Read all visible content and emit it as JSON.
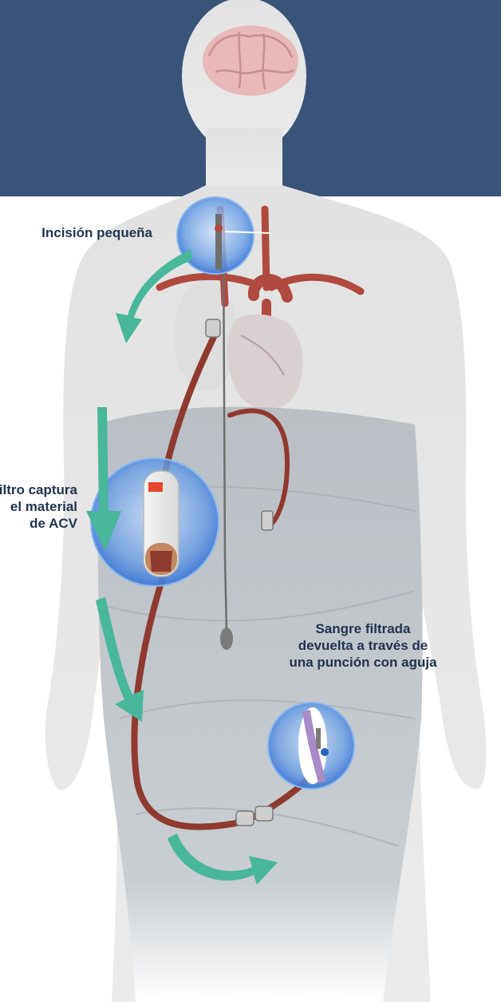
{
  "labels": {
    "incision": "Incisión pequeña",
    "capture": [
      "Filtro captura",
      "el material",
      "de ACV"
    ],
    "returned": [
      "Sangre filtrada",
      "devuelta a través de",
      "una punción con aguja"
    ]
  },
  "colors": {
    "header_band": "#3a5478",
    "callout_text": "#22344e",
    "flow_arrow": "#48b79a",
    "artery": "#b04a40",
    "tubing": "#8e3a30",
    "magnifier": "#3f7fd9",
    "body_silhouette": "#e4e4e4",
    "drape": "#c8cdd1"
  },
  "icons": [
    "flow-arrow-icon",
    "magnifier-icon",
    "filter-device-icon",
    "heart-icon",
    "brain-icon"
  ]
}
